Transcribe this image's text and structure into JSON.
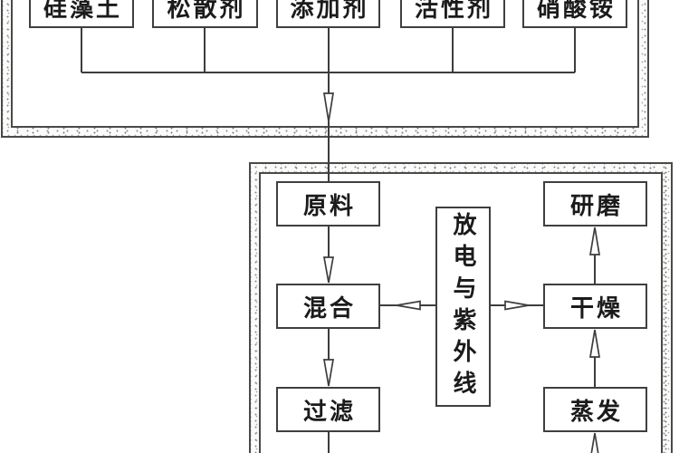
{
  "ingredients": [
    {
      "label": "硅藻土"
    },
    {
      "label": "松散剂"
    },
    {
      "label": "添加剂"
    },
    {
      "label": "活性剂"
    },
    {
      "label": "硝酸铵"
    }
  ],
  "process": {
    "left_column": [
      {
        "label": "原料"
      },
      {
        "label": "混合"
      },
      {
        "label": "过滤"
      }
    ],
    "right_column": [
      {
        "label": "研磨"
      },
      {
        "label": "干燥"
      },
      {
        "label": "蒸发"
      }
    ],
    "center_box": {
      "label": "放电与紫外线"
    }
  },
  "edges": [
    {
      "from": "硅藻土",
      "to": "原料"
    },
    {
      "from": "松散剂",
      "to": "原料"
    },
    {
      "from": "添加剂",
      "to": "原料"
    },
    {
      "from": "活性剂",
      "to": "原料"
    },
    {
      "from": "硝酸铵",
      "to": "原料"
    },
    {
      "from": "原料",
      "to": "混合"
    },
    {
      "from": "混合",
      "to": "过滤"
    },
    {
      "from": "放电与紫外线",
      "to": "混合"
    },
    {
      "from": "放电与紫外线",
      "to": "干燥"
    },
    {
      "from": "蒸发",
      "to": "干燥"
    },
    {
      "from": "干燥",
      "to": "研磨"
    },
    {
      "from": "下方(裁切)",
      "to": "蒸发"
    }
  ],
  "colors": {
    "line": "#3d3d3d",
    "box_border": "#3f3f3f",
    "container_border": "#4a4a4a",
    "speckle": "#8f8f8f",
    "background": "#ffffff",
    "text": "#1b1b1b"
  }
}
